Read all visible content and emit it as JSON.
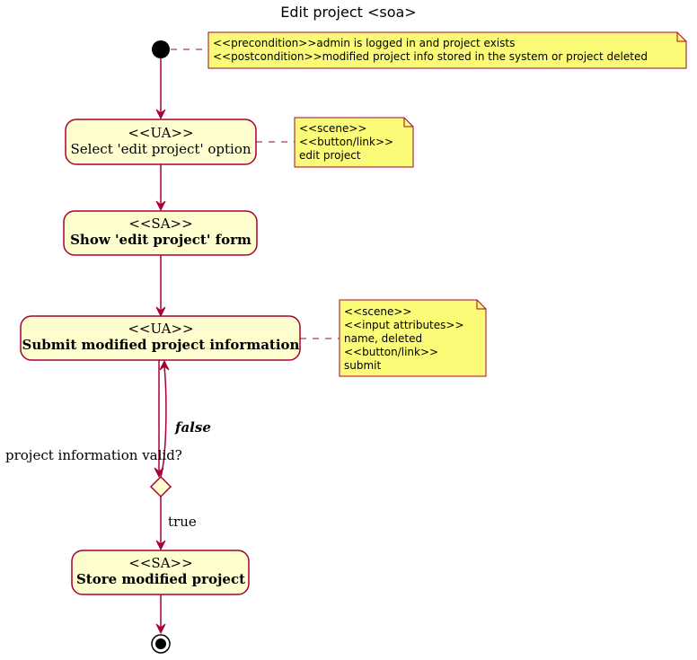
{
  "diagram": {
    "title": "Edit project <soa>",
    "start_note": {
      "lines": [
        "<<precondition>>admin is logged in and project exists",
        "<<postcondition>>modified project info stored in the system or project deleted"
      ]
    },
    "activities": [
      {
        "stereotype": "<<UA>>",
        "label": "Select 'edit project' option"
      },
      {
        "stereotype": "<<SA>>",
        "label": "Show 'edit project' form"
      },
      {
        "stereotype": "<<UA>>",
        "label": "Submit modified project information"
      },
      {
        "stereotype": "<<SA>>",
        "label": "Store modified project"
      }
    ],
    "notes": [
      {
        "lines": [
          "<<scene>>",
          "<<button/link>>",
          "edit project"
        ]
      },
      {
        "lines": [
          "<<scene>>",
          "<<input attributes>>",
          "name, deleted",
          "<<button/link>>",
          "submit"
        ]
      }
    ],
    "decision": {
      "question": "project information valid?",
      "false_label": "false",
      "true_label": "true"
    }
  }
}
